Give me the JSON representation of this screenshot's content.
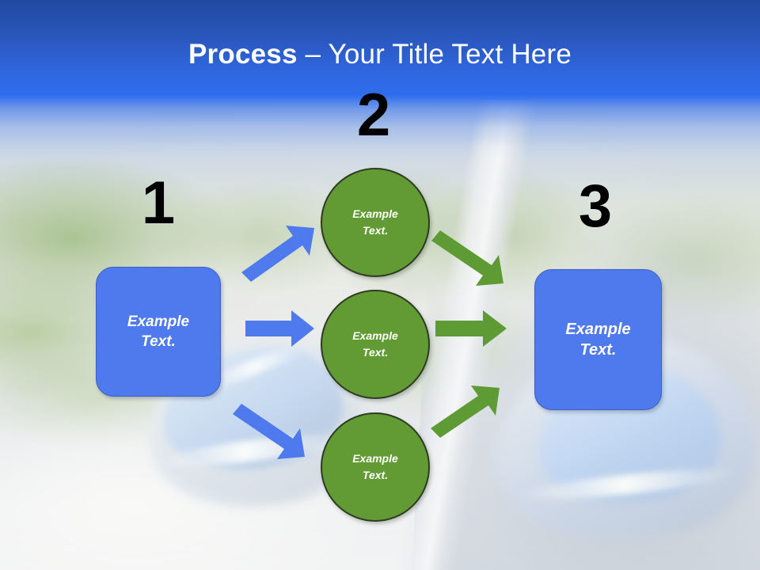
{
  "slide": {
    "title_bold": "Process",
    "title_rest": " – Your Title Text Here",
    "background_description": "blurred photo of a car side mirror and road",
    "colors": {
      "header_blue_dark": "#20499F",
      "header_blue_light": "#2F6EEE",
      "box_blue_fill": "#4F7AEE",
      "box_blue_outline": "#3C5FBE",
      "circle_green_fill": "#629B33",
      "circle_green_outline": "#2F3A22",
      "arrow_blue": "#4F7AEE",
      "arrow_green": "#5E9B34",
      "number_black": "#000000",
      "text_white": "#FFFFFF"
    }
  },
  "steps": [
    {
      "number": "1"
    },
    {
      "number": "2"
    },
    {
      "number": "3"
    }
  ],
  "nodes": {
    "left_box": {
      "line1": "Example",
      "line2": "Text."
    },
    "circle_top": {
      "line1": "Example",
      "line2": "Text."
    },
    "circle_middle": {
      "line1": "Example",
      "line2": "Text."
    },
    "circle_bottom": {
      "line1": "Example",
      "line2": "Text."
    },
    "right_box": {
      "line1": "Example",
      "line2": "Text."
    }
  },
  "arrows": [
    {
      "id": "blue-up",
      "color": "#4F7AEE",
      "direction": "up-right",
      "from": "left_box",
      "to": "circle_top"
    },
    {
      "id": "blue-right",
      "color": "#4F7AEE",
      "direction": "right",
      "from": "left_box",
      "to": "circle_middle"
    },
    {
      "id": "blue-down",
      "color": "#4F7AEE",
      "direction": "down-right",
      "from": "left_box",
      "to": "circle_bottom"
    },
    {
      "id": "green-down",
      "color": "#5E9B34",
      "direction": "down-right",
      "from": "circle_top",
      "to": "right_box"
    },
    {
      "id": "green-right",
      "color": "#5E9B34",
      "direction": "right",
      "from": "circle_middle",
      "to": "right_box"
    },
    {
      "id": "green-up",
      "color": "#5E9B34",
      "direction": "up-right",
      "from": "circle_bottom",
      "to": "right_box"
    }
  ]
}
